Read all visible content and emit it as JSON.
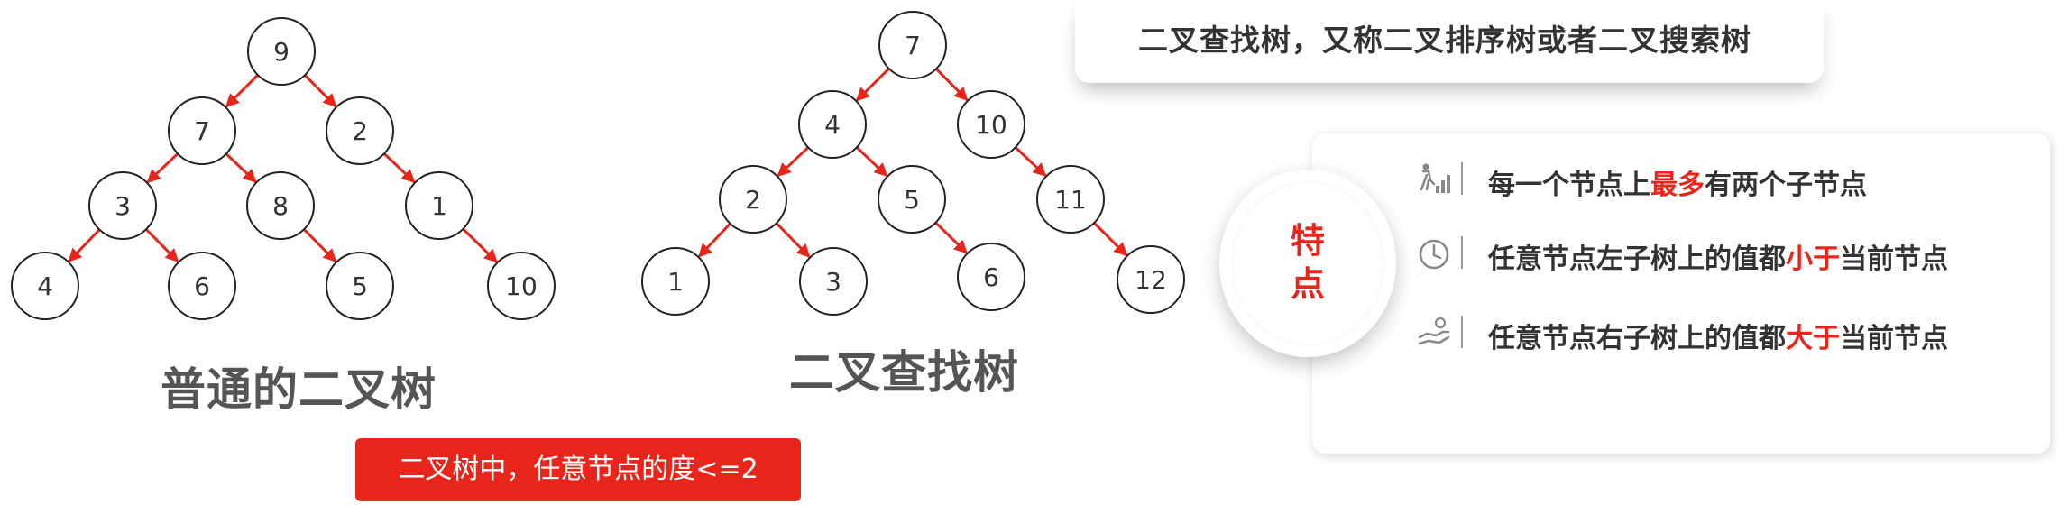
{
  "tree1": {
    "caption": "普通的二叉树",
    "nodes": [
      {
        "id": "n9",
        "label": "9"
      },
      {
        "id": "n7",
        "label": "7"
      },
      {
        "id": "n2",
        "label": "2"
      },
      {
        "id": "n3",
        "label": "3"
      },
      {
        "id": "n8",
        "label": "8"
      },
      {
        "id": "n1",
        "label": "1"
      },
      {
        "id": "n4",
        "label": "4"
      },
      {
        "id": "n6",
        "label": "6"
      },
      {
        "id": "n5",
        "label": "5"
      },
      {
        "id": "n10",
        "label": "10"
      }
    ],
    "edges": [
      [
        "n9",
        "n7"
      ],
      [
        "n9",
        "n2"
      ],
      [
        "n7",
        "n3"
      ],
      [
        "n7",
        "n8"
      ],
      [
        "n2",
        "n1"
      ],
      [
        "n3",
        "n4"
      ],
      [
        "n3",
        "n6"
      ],
      [
        "n8",
        "n5"
      ],
      [
        "n1",
        "n10"
      ]
    ]
  },
  "tree2": {
    "caption": "二叉查找树",
    "nodes": [
      {
        "id": "m7",
        "label": "7"
      },
      {
        "id": "m4",
        "label": "4"
      },
      {
        "id": "m10",
        "label": "10"
      },
      {
        "id": "m2",
        "label": "2"
      },
      {
        "id": "m5",
        "label": "5"
      },
      {
        "id": "m11",
        "label": "11"
      },
      {
        "id": "m1",
        "label": "1"
      },
      {
        "id": "m3",
        "label": "3"
      },
      {
        "id": "m6",
        "label": "6"
      },
      {
        "id": "m12",
        "label": "12"
      }
    ],
    "edges": [
      [
        "m7",
        "m4"
      ],
      [
        "m7",
        "m10"
      ],
      [
        "m4",
        "m2"
      ],
      [
        "m4",
        "m5"
      ],
      [
        "m10",
        "m11"
      ],
      [
        "m2",
        "m1"
      ],
      [
        "m2",
        "m3"
      ],
      [
        "m5",
        "m6"
      ],
      [
        "m11",
        "m12"
      ]
    ]
  },
  "note": "二叉树中，任意节点的度<=2",
  "title": "二叉查找树，又称二叉排序树或者二叉搜索树",
  "badge": {
    "line1": "特",
    "line2": "点"
  },
  "features": [
    {
      "icon": "progress-person-icon",
      "pre": "每一个节点上",
      "hl": "最多",
      "post": "有两个子节点"
    },
    {
      "icon": "clock-icon",
      "pre": "任意节点左子树上的值都",
      "hl": "小于",
      "post": "当前节点"
    },
    {
      "icon": "hand-coin-icon",
      "pre": "任意节点右子树上的值都",
      "hl": "大于",
      "post": "当前节点"
    }
  ],
  "colors": {
    "accent": "#e8251b",
    "text": "#333333",
    "caption": "#555555"
  }
}
